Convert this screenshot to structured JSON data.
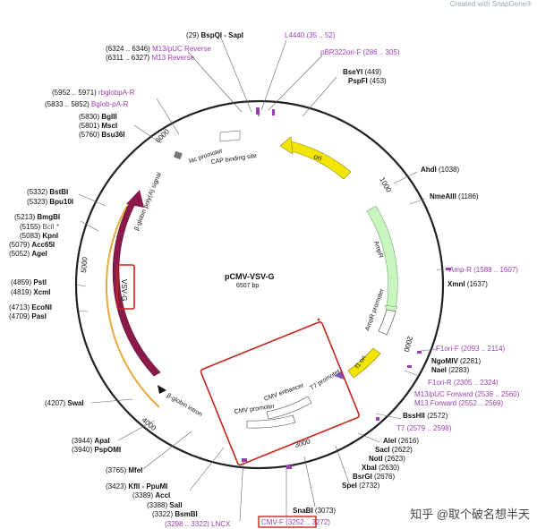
{
  "watermark_top": "Created with SnapGene®",
  "watermark_bottom": "知乎 @取个破名想半天",
  "plasmid": {
    "name": "pCMV-VSV-G",
    "size": "6507 bp"
  },
  "tick_labels": [
    "1000",
    "2000",
    "3000",
    "4000",
    "5000",
    "6000"
  ],
  "features": {
    "ori": "ori",
    "ampr": "AmpR",
    "ampr_promoter": "AmpR promoter",
    "f1_ori": "f1 ori",
    "cmv_enhancer": "CMV enhancer",
    "cmv_promoter": "CMV promoter",
    "t7_promoter": "T7 promoter",
    "beta_globin_intron": "β-globin intron",
    "vsv_g": "VSV-G",
    "beta_globin_polya": "β-globin poly(A) signal",
    "lac_promoter": "lac promoter",
    "cap_binding": "CAP binding site"
  },
  "left_labels": {
    "l01": {
      "pos": "(29)",
      "name": "BspQI - SapI"
    },
    "l02": {
      "pos": "(6324 .. 6346)",
      "name": "M13/pUC Reverse"
    },
    "l03": {
      "pos": "(6311 .. 6327)",
      "name": "M13 Reverse"
    },
    "l04": {
      "pos": "(5952 .. 5971)",
      "name": "rbglobpA-R"
    },
    "l05": {
      "pos": "(5833 .. 5852)",
      "name": "Bglob-pA-R"
    },
    "l06": {
      "pos": "(5830)",
      "name": "BglII"
    },
    "l07": {
      "pos": "(5801)",
      "name": "MscI"
    },
    "l08": {
      "pos": "(5760)",
      "name": "Bsu36I"
    },
    "l09": {
      "pos": "(5332)",
      "name": "BstBI"
    },
    "l10": {
      "pos": "(5323)",
      "name": "Bpu10I"
    },
    "l11": {
      "pos": "(5213)",
      "name": "BmgBI"
    },
    "l12": {
      "pos": "(5155)",
      "name": "BclI *"
    },
    "l13": {
      "pos": "(5083)",
      "name": "KpnI"
    },
    "l14": {
      "pos": "(5079)",
      "name": "Acc65I"
    },
    "l15": {
      "pos": "(5052)",
      "name": "AgeI"
    },
    "l16": {
      "pos": "(4859)",
      "name": "PstI"
    },
    "l17": {
      "pos": "(4819)",
      "name": "XcmI"
    },
    "l18": {
      "pos": "(4713)",
      "name": "EcoNI"
    },
    "l19": {
      "pos": "(4709)",
      "name": "PasI"
    },
    "l20": {
      "pos": "(4207)",
      "name": "SwaI"
    },
    "l21": {
      "pos": "(3944)",
      "name": "ApaI"
    },
    "l22": {
      "pos": "(3940)",
      "name": "PspOMI"
    },
    "l23": {
      "pos": "(3765)",
      "name": "MfeI"
    },
    "l24": {
      "pos": "(3423)",
      "name": "KflI - PpuMI"
    },
    "l25": {
      "pos": "(3389)",
      "name": "AccI"
    },
    "l26": {
      "pos": "(3388)",
      "name": "SalI"
    },
    "l27": {
      "pos": "(3322)",
      "name": "BsmBI"
    },
    "l28": {
      "pos": "(3298 .. 3322)",
      "name": "LNCX"
    }
  },
  "right_labels": {
    "r01": {
      "name": "L4440",
      "pos": "(35 .. 52)"
    },
    "r02": {
      "name": "pBR322ori-F",
      "pos": "(286 .. 305)"
    },
    "r03": {
      "name": "BseYI",
      "pos": "(449)"
    },
    "r04": {
      "name": "PspFI",
      "pos": "(453)"
    },
    "r05": {
      "name": "AhdI",
      "pos": "(1038)"
    },
    "r06": {
      "name": "NmeAIII",
      "pos": "(1186)"
    },
    "r07": {
      "name": "Amp-R",
      "pos": "(1588 .. 1607)"
    },
    "r08": {
      "name": "XmnI",
      "pos": "(1637)"
    },
    "r09": {
      "name": "F1ori-F",
      "pos": "(2093 .. 2114)"
    },
    "r10": {
      "name": "NgoMIV",
      "pos": "(2281)"
    },
    "r11": {
      "name": "NaeI",
      "pos": "(2283)"
    },
    "r12": {
      "name": "F1ori-R",
      "pos": "(2305 .. 2324)"
    },
    "r13": {
      "name": "M13/pUC Forward",
      "pos": "(2538 .. 2560)"
    },
    "r14": {
      "name": "M13 Forward",
      "pos": "(2552 .. 2569)"
    },
    "r15": {
      "name": "BssHII",
      "pos": "(2572)"
    },
    "r16": {
      "name": "T7",
      "pos": "(2579 .. 2598)"
    },
    "r17": {
      "name": "AleI",
      "pos": "(2616)"
    },
    "r18": {
      "name": "SacI",
      "pos": "(2622)"
    },
    "r19": {
      "name": "NotI",
      "pos": "(2623)"
    },
    "r20": {
      "name": "XbaI",
      "pos": "(2630)"
    },
    "r21": {
      "name": "BsrGI",
      "pos": "(2676)"
    },
    "r22": {
      "name": "SpeI",
      "pos": "(2732)"
    },
    "r23": {
      "name": "SnaBI",
      "pos": "(3073)"
    },
    "r24": {
      "name": "CMV-F",
      "pos": "(3252 .. 3272)"
    }
  },
  "colors": {
    "backbone": "#222222",
    "ori": "#f2e600",
    "ampr": "#c8f5c0",
    "promoter": "#ffffff",
    "vsv_g": "#8b1a4a",
    "orange_arc": "#e8a93a",
    "highlight_box": "#c4261d",
    "primer_purple": "#9b3fb0"
  }
}
